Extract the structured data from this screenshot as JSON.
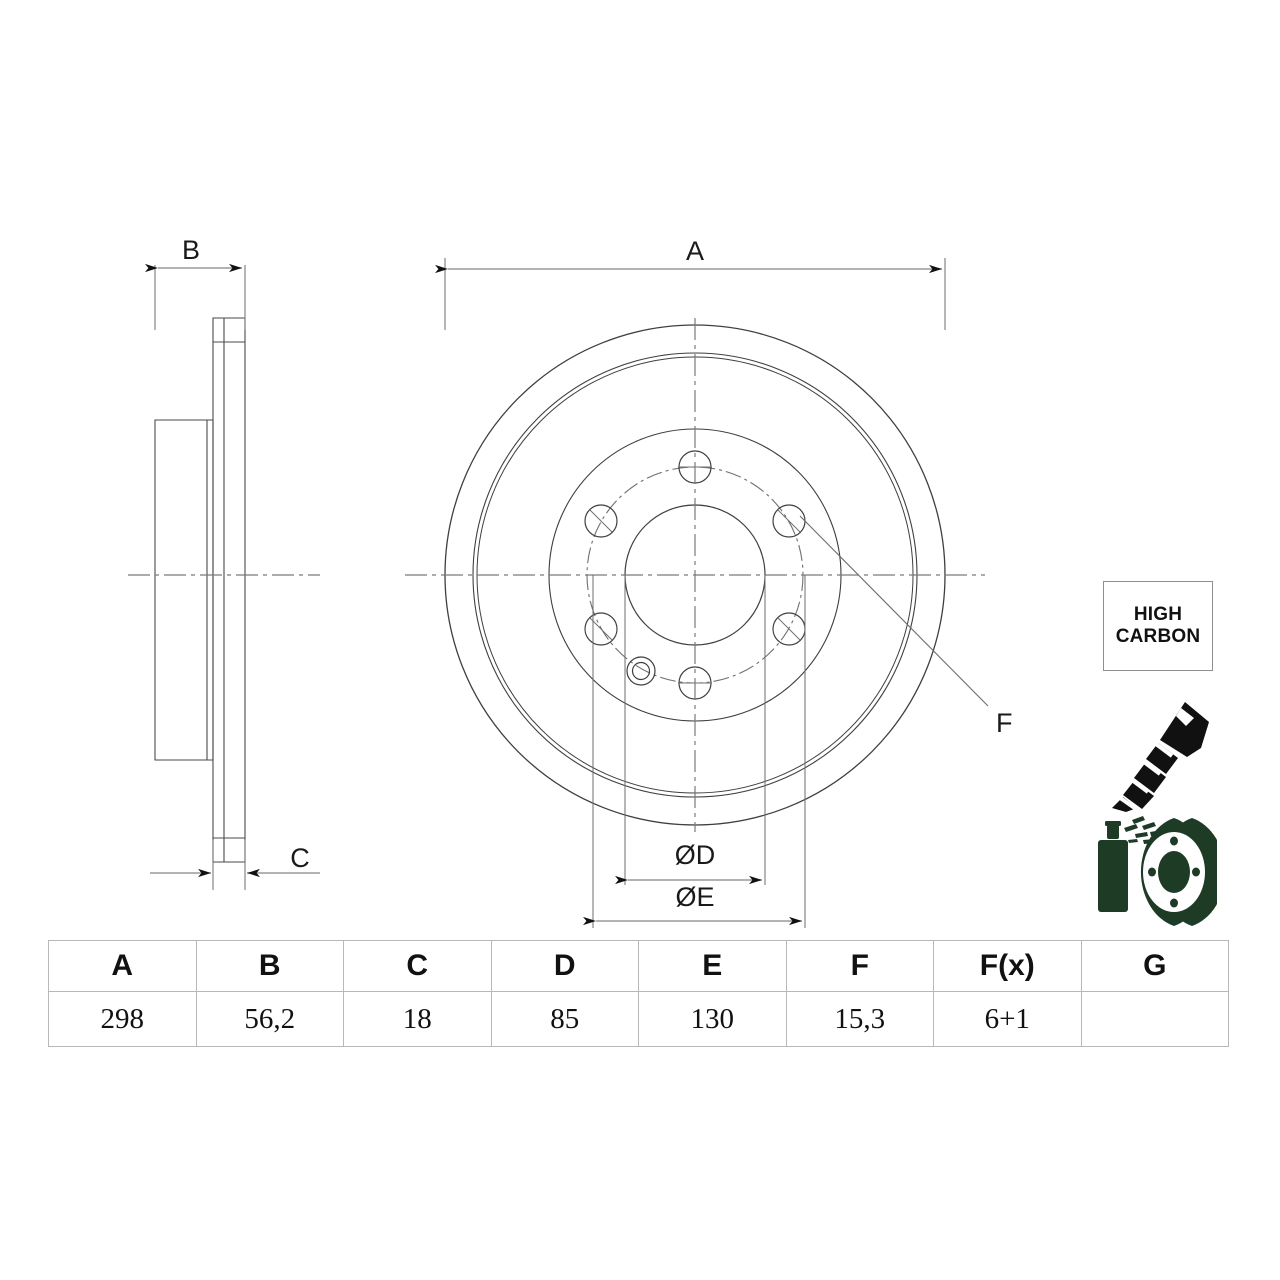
{
  "drawing": {
    "title": "Brake disc technical drawing",
    "dimension_labels": {
      "A": "A",
      "B": "B",
      "C": "C",
      "D": "ØD",
      "E": "ØE",
      "F": "F"
    }
  },
  "badge": {
    "line1": "HIGH",
    "line2": "CARBON"
  },
  "icons": {
    "screw": "countersunk-screw-icon",
    "spray": "spray-can-coating-disc-icon",
    "color_green": "#1e3b26",
    "color_black": "#111111"
  },
  "spec_table": {
    "headers": [
      "A",
      "B",
      "C",
      "D",
      "E",
      "F",
      "F(x)",
      "G"
    ],
    "values": [
      "298",
      "56,2",
      "18",
      "85",
      "130",
      "15,3",
      "6+1",
      ""
    ]
  }
}
